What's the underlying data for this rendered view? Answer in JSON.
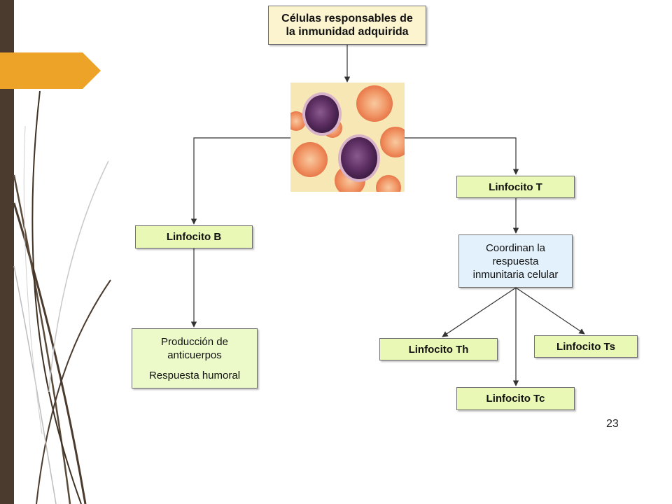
{
  "diagram": {
    "root": {
      "line1": "Células responsables de",
      "line2": "la inmunidad adquirida"
    },
    "image": {
      "icon": "lymphocyte-micrograph"
    },
    "b_branch": {
      "label": "Linfocito B",
      "result": {
        "line1": "Producción de",
        "line2": "anticuerpos",
        "line3": "Respuesta humoral"
      }
    },
    "t_branch": {
      "label": "Linfocito T",
      "description": {
        "line1": "Coordinan la",
        "line2": "respuesta",
        "line3": "inmunitaria celular"
      },
      "subtypes": {
        "th": "Linfocito Th",
        "ts": "Linfocito Ts",
        "tc": "Linfocito Tc"
      }
    }
  },
  "footer": {
    "page_number": "23"
  },
  "colors": {
    "sidebar": "#4a3b2e",
    "accent_tab": "#eda328",
    "title_box": "#fcf3cf",
    "green_box": "#e9f8b4",
    "blue_box": "#e2f1fb"
  }
}
